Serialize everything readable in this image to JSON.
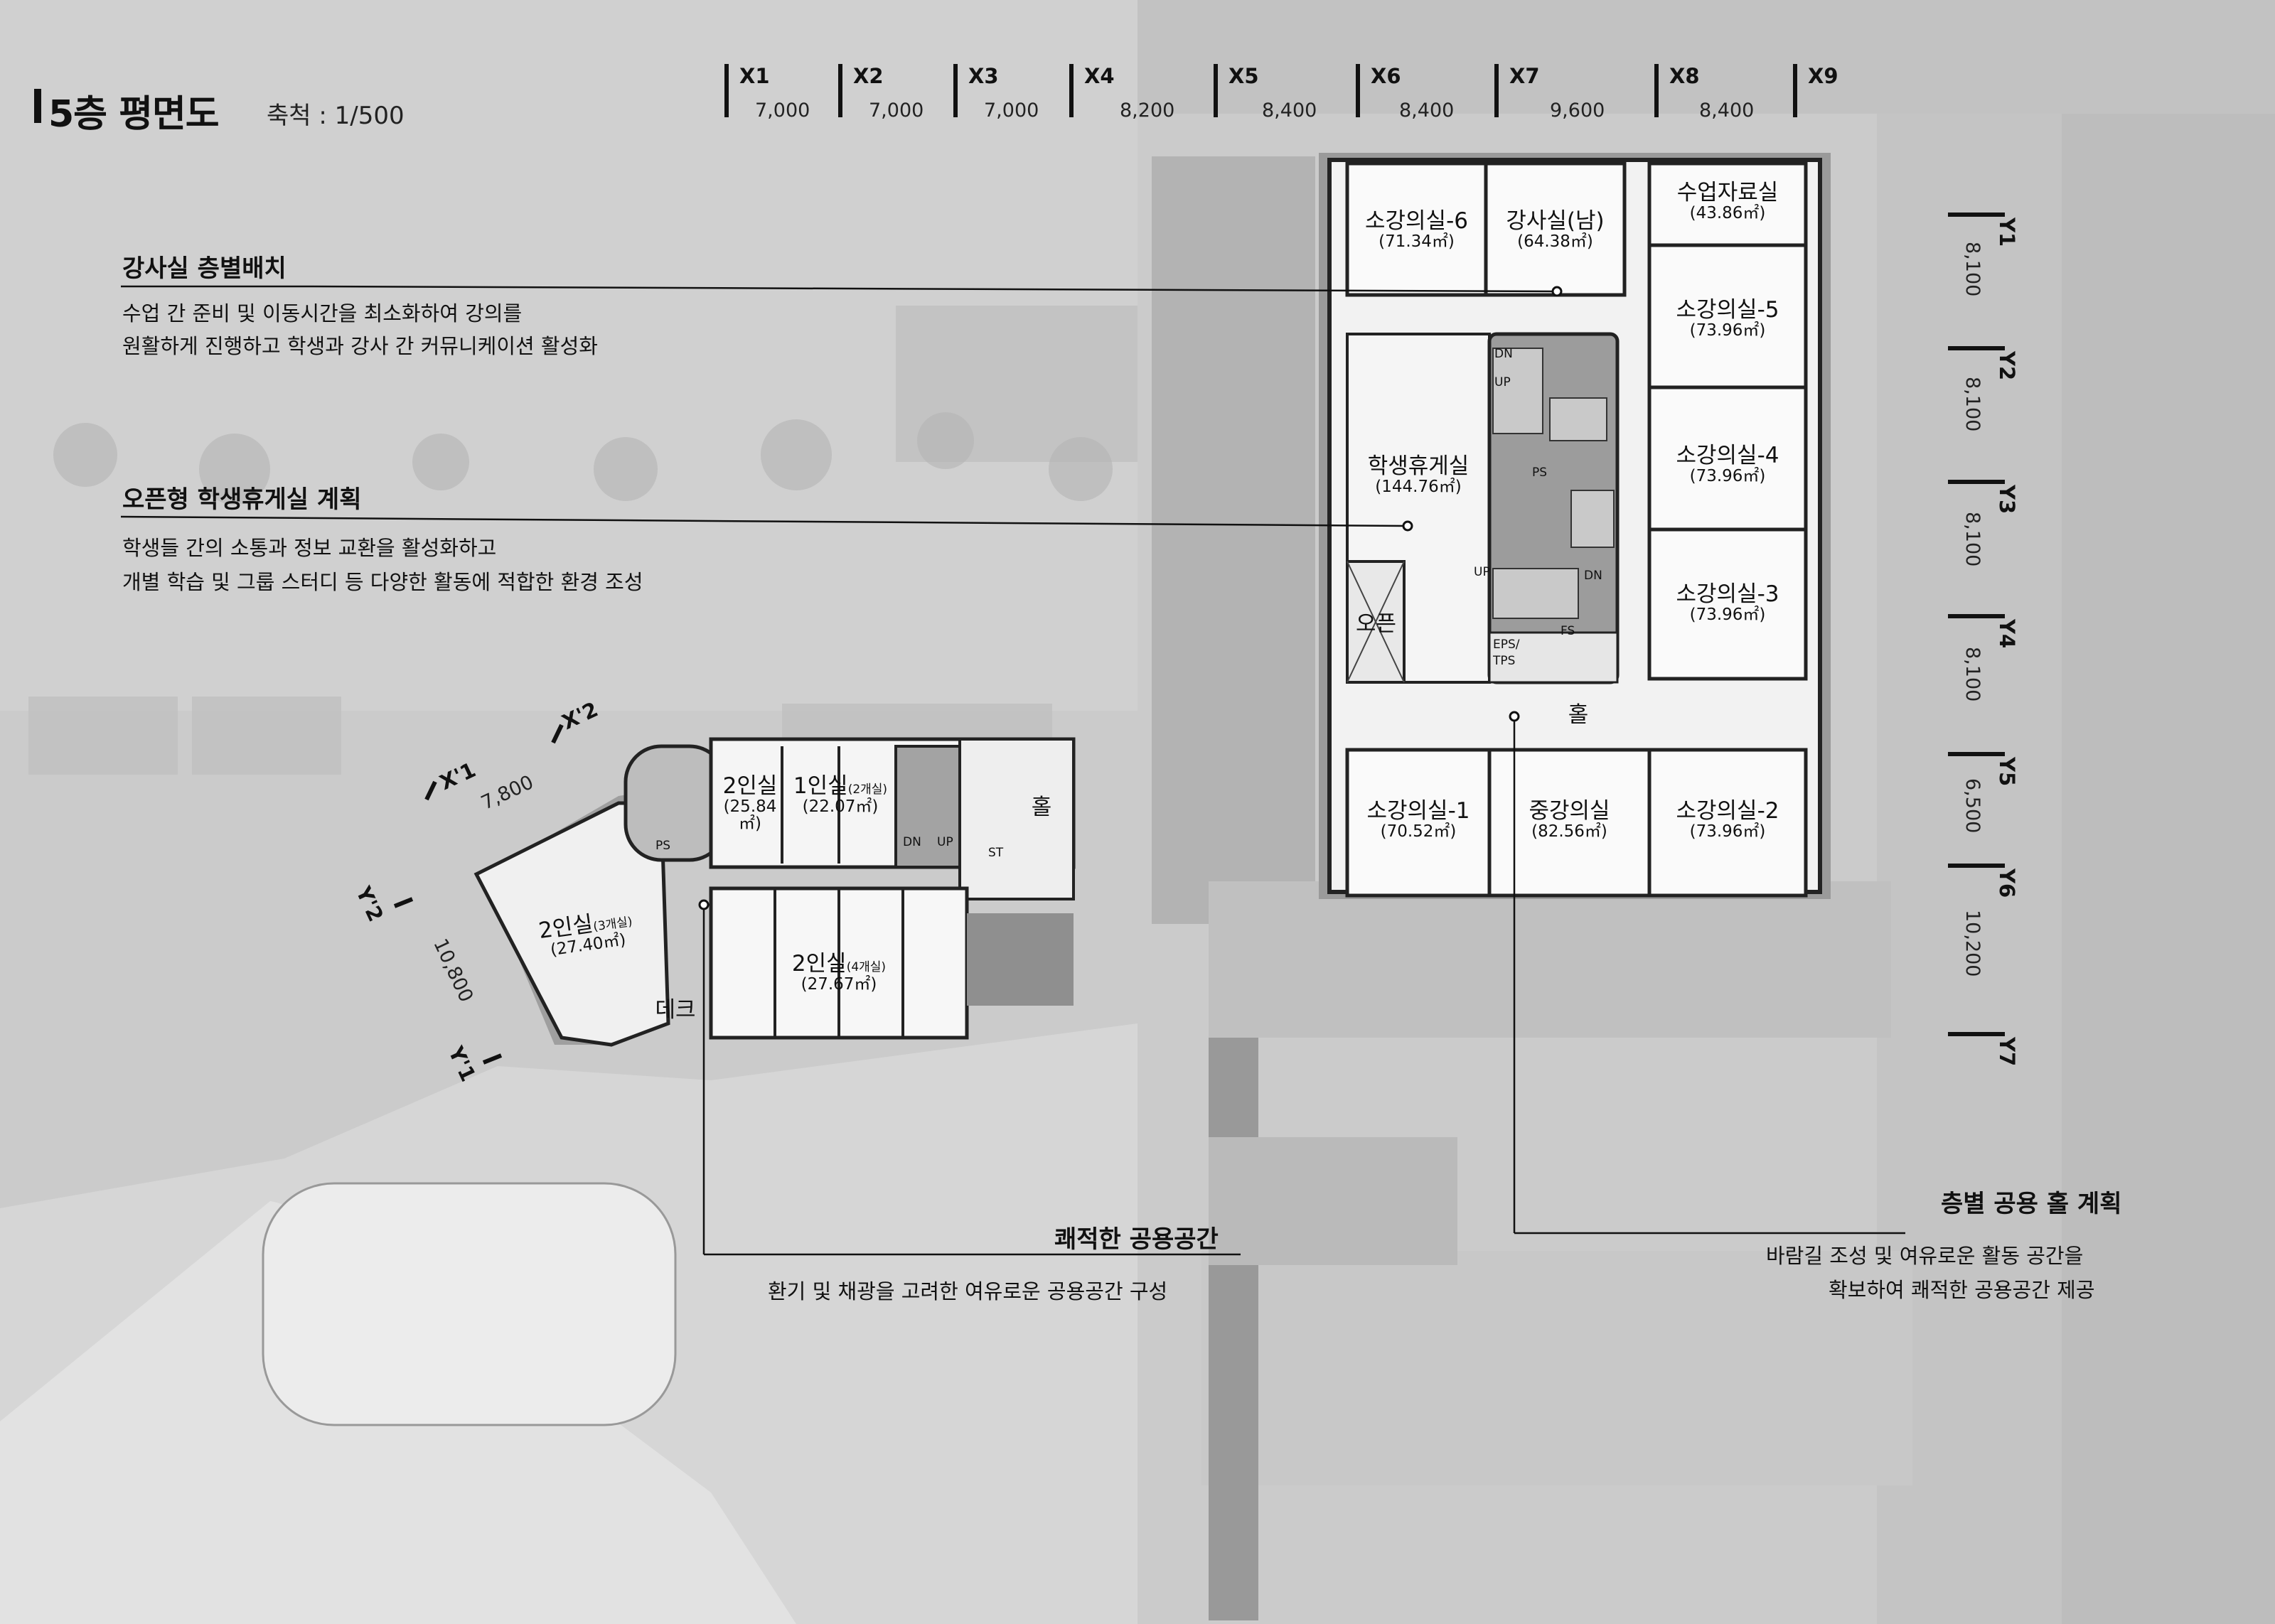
{
  "title": "5층 평면도",
  "scale_text": "축척 : 1/500",
  "grid_x": [
    {
      "label": "X1",
      "dim": "7,000"
    },
    {
      "label": "X2",
      "dim": "7,000"
    },
    {
      "label": "X3",
      "dim": "7,000"
    },
    {
      "label": "X4",
      "dim": "8,200"
    },
    {
      "label": "X5",
      "dim": "8,400"
    },
    {
      "label": "X6",
      "dim": "8,400"
    },
    {
      "label": "X7",
      "dim": "9,600"
    },
    {
      "label": "X8",
      "dim": "8,400"
    },
    {
      "label": "X9",
      "dim": ""
    }
  ],
  "grid_y": [
    {
      "label": "Y1",
      "dim": "8,100"
    },
    {
      "label": "Y2",
      "dim": "8,100"
    },
    {
      "label": "Y3",
      "dim": "8,100"
    },
    {
      "label": "Y4",
      "dim": "8,100"
    },
    {
      "label": "Y5",
      "dim": "6,500"
    },
    {
      "label": "Y6",
      "dim": "10,200"
    },
    {
      "label": "Y7",
      "dim": ""
    }
  ],
  "grid_sub": {
    "x1": "X'1",
    "x2": "X'2",
    "dx": "7,800",
    "y1": "Y'1",
    "y2": "Y'2",
    "dy": "10,800"
  },
  "annotations": {
    "lecturer": {
      "heading": "강사실 층별배치",
      "line1": "수업 간 준비 및 이동시간을 최소화하여 강의를",
      "line2": "원활하게 진행하고 학생과 강사 간 커뮤니케이션 활성화"
    },
    "lounge": {
      "heading": "오픈형 학생휴게실 계획",
      "line1": "학생들 간의 소통과 정보 교환을 활성화하고",
      "line2": "개별 학습 및 그룹 스터디 등 다양한 활동에 적합한 환경 조성"
    },
    "public": {
      "heading": "쾌적한 공용공간",
      "line1": "환기 및 채광을 고려한 여유로운 공용공간 구성"
    },
    "hall": {
      "heading": "층별 공용 홀 계획",
      "line1": "바람길 조성 및 여유로운 활동 공간을",
      "line2": "확보하여 쾌적한 공용공간 제공"
    }
  },
  "rooms": {
    "small6": {
      "name": "소강의실-6",
      "area": "(71.34㎡)"
    },
    "lecturer_m": {
      "name": "강사실(남)",
      "area": "(64.38㎡)"
    },
    "material": {
      "name": "수업자료실",
      "area": "(43.86㎡)"
    },
    "small5": {
      "name": "소강의실-5",
      "area": "(73.96㎡)"
    },
    "small4": {
      "name": "소강의실-4",
      "area": "(73.96㎡)"
    },
    "small3": {
      "name": "소강의실-3",
      "area": "(73.96㎡)"
    },
    "lounge": {
      "name": "학생휴게실",
      "area": "(144.76㎡)"
    },
    "open": {
      "name": "오픈"
    },
    "hall_main": {
      "name": "홀"
    },
    "small1": {
      "name": "소강의실-1",
      "area": "(70.52㎡)"
    },
    "medium": {
      "name": "중강의실",
      "area": "(82.56㎡)"
    },
    "small2": {
      "name": "소강의실-2",
      "area": "(73.96㎡)"
    },
    "double_a": {
      "name": "2인실",
      "area": "(25.84㎡)"
    },
    "single": {
      "name": "1인실",
      "extra": "(2개실)",
      "area": "(22.07㎡)"
    },
    "hall_dorm": {
      "name": "홀"
    },
    "double_b": {
      "name": "2인실",
      "extra": "(3개실)",
      "area": "(27.40㎡)"
    },
    "double_c": {
      "name": "2인실",
      "extra": "(4개실)",
      "area": "(27.67㎡)"
    },
    "deck": {
      "name": "데크"
    }
  },
  "tags": {
    "dn": "DN",
    "up": "UP",
    "ps": "PS",
    "eps": "EPS/",
    "tps": "TPS",
    "fs": "FS",
    "st": "ST"
  }
}
